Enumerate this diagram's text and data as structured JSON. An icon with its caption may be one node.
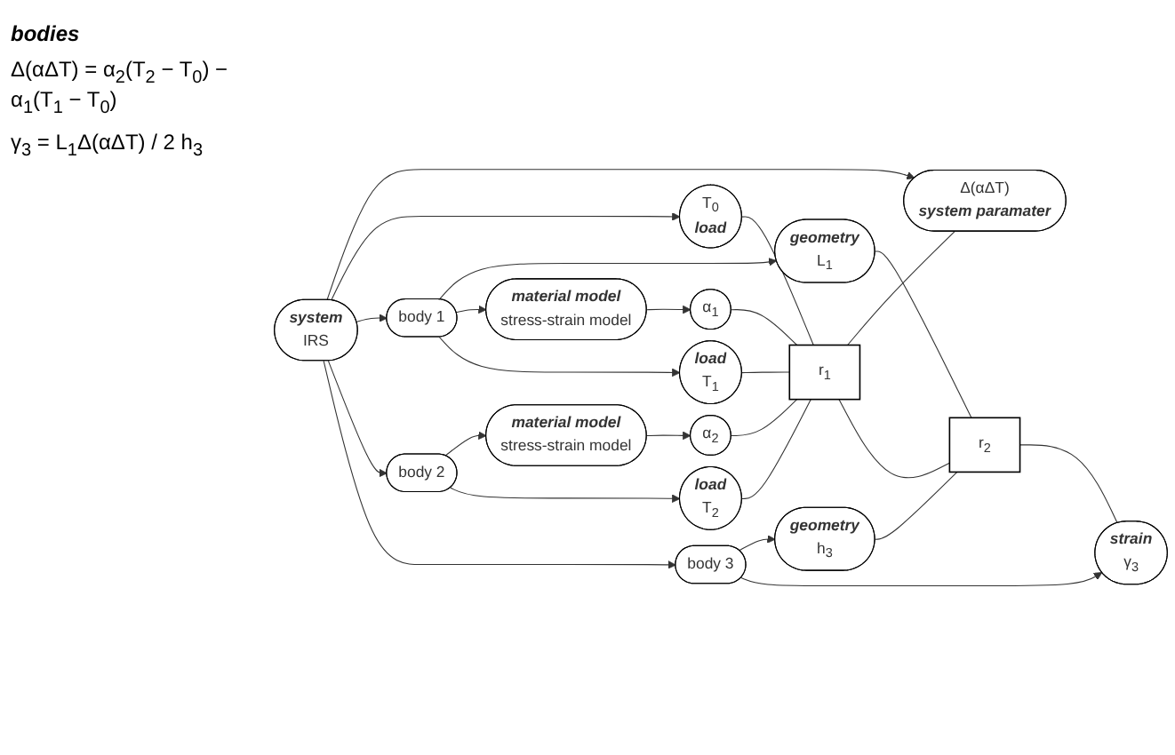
{
  "diagram": {
    "nodes": [
      {
        "text": [
          "system",
          "IRS"
        ]
      },
      {
        "text": [
          "Δ(αΔT)",
          "system paramater"
        ]
      },
      {
        "text": [
          "T$_{0}$",
          "load"
        ]
      },
      {
        "text": [
          "body 1"
        ]
      },
      {
        "text": [
          "material model",
          "stress-strain model"
        ]
      },
      {
        "text": [
          "geometry",
          "L$_{1}$"
        ]
      },
      {
        "text": [
          "α$_{1}$"
        ]
      },
      {
        "text": [
          "load",
          "T$_{1}$"
        ]
      },
      {
        "text": [
          "body 2"
        ]
      },
      {
        "text": [
          "material model",
          "stress-strain model"
        ]
      },
      {
        "text": [
          "α$_{2}$"
        ]
      },
      {
        "text": [
          "load",
          "T$_{2}$"
        ]
      },
      {
        "text": [
          "body 3"
        ]
      },
      {
        "text": [
          "geometry",
          "h$_{3}$"
        ]
      },
      {
        "text": [
          "strain",
          "γ$_{3}$"
        ]
      },
      {
        "text": [
          "r$_{1}$"
        ]
      },
      {
        "text": [
          "r$_{2}$"
        ]
      }
    ],
    "edges": [
      {
        "from": 0,
        "to": 1,
        "arrow": "to"
      },
      {
        "from": 0,
        "to": 2,
        "arrow": "to"
      },
      {
        "from": 0,
        "to": 3,
        "arrow": "to"
      },
      {
        "from": 0,
        "to": 8,
        "arrow": "to"
      },
      {
        "from": 0,
        "to": 12,
        "arrow": "to"
      },
      {
        "from": 3,
        "to": 5,
        "arrow": "to"
      },
      {
        "from": 3,
        "to": 4,
        "arrow": "to"
      },
      {
        "from": 3,
        "to": 7,
        "arrow": "to"
      },
      {
        "from": 4,
        "to": 6,
        "arrow": "to"
      },
      {
        "from": 8,
        "to": 9,
        "arrow": "to"
      },
      {
        "from": 8,
        "to": 11,
        "arrow": "to"
      },
      {
        "from": 9,
        "to": 10,
        "arrow": "to"
      },
      {
        "from": 12,
        "to": 13,
        "arrow": "to"
      },
      {
        "from": 12,
        "to": 14,
        "arrow": "to"
      },
      {
        "from": 2,
        "to": 15,
        "arrow": "none"
      },
      {
        "from": 6,
        "to": 15,
        "arrow": "none"
      },
      {
        "from": 7,
        "to": 15,
        "arrow": "none"
      },
      {
        "from": 10,
        "to": 15,
        "arrow": "none"
      },
      {
        "from": 11,
        "to": 15,
        "arrow": "none"
      },
      {
        "from": 15,
        "to": 1,
        "arrow": "none"
      },
      {
        "from": 15,
        "to": 16,
        "arrow": "none"
      },
      {
        "from": 5,
        "to": 16,
        "arrow": "none"
      },
      {
        "from": 13,
        "to": 16,
        "arrow": "none"
      },
      {
        "from": 16,
        "to": 14,
        "arrow": "none"
      }
    ],
    "labels": [
      "bodies",
      "Δ(αΔT) = α$_{2}$(T$_{2}$ − T$_{0}$) − α$_{1}$(T$_{1}$ − T$_{0}$)",
      "γ$_{3}$ = L$_{1}$Δ(αΔT) / 2 h$_{3}$"
    ]
  }
}
